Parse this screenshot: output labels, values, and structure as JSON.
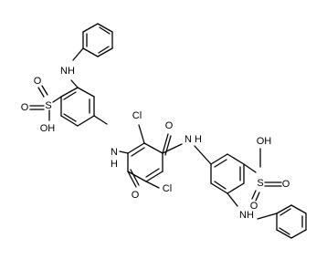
{
  "structure": {
    "atom_labels": {
      "top_nh": "NH",
      "top_sulfo_s": "S",
      "top_sulfo_o_upper": "O",
      "top_sulfo_o_lower": "O",
      "top_sulfo_oh": "OH",
      "left_nh": "N",
      "left_nh_h": "H",
      "cl_upper": "Cl",
      "o_upper": "O",
      "right_nh": "N",
      "right_nh_h": "H",
      "o_lower": "O",
      "cl_lower": "Cl",
      "bottom_sulfo_oh": "OH",
      "bottom_sulfo_s": "S",
      "bottom_sulfo_o_right": "O",
      "bottom_sulfo_o_lower": "O",
      "bottom_nh": "NH"
    }
  }
}
